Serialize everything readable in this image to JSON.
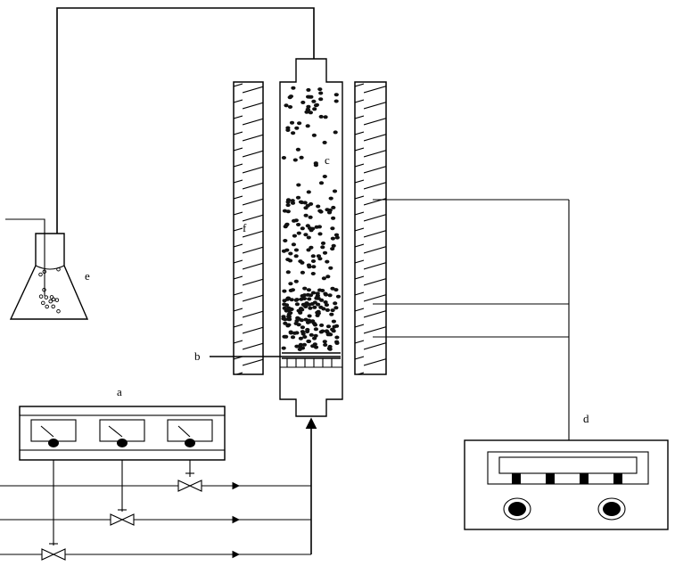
{
  "labels": {
    "gas_control_panel": "a",
    "distributor": "b",
    "bed_column": "c",
    "temperature_controller": "d",
    "absorption_flask": "e",
    "heating_jacket": "f"
  },
  "colors": {
    "line": "#000000",
    "background": "#ffffff"
  }
}
